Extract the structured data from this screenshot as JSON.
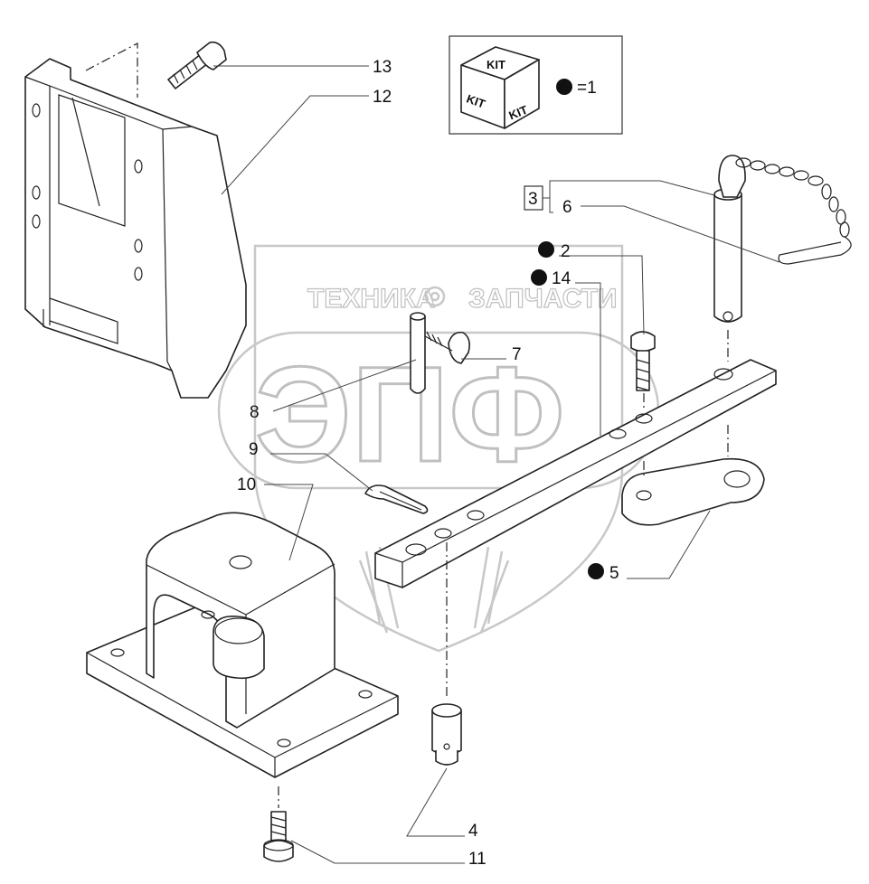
{
  "watermark": {
    "top_text_left": "ТЕХНИКА",
    "top_text_right": "ЗАПЧАСТИ",
    "big_text": "ЭПФ"
  },
  "kit_legend": {
    "cube_top": "KIT",
    "cube_left": "KIT",
    "cube_right": "KIT",
    "equals": "=1"
  },
  "callouts": [
    {
      "id": "c13",
      "text": "13"
    },
    {
      "id": "c12",
      "text": "12"
    },
    {
      "id": "c3",
      "text": "3"
    },
    {
      "id": "c6",
      "text": "6"
    },
    {
      "id": "c2",
      "text": "2"
    },
    {
      "id": "c14",
      "text": "14"
    },
    {
      "id": "c7",
      "text": "7"
    },
    {
      "id": "c8",
      "text": "8"
    },
    {
      "id": "c9",
      "text": "9"
    },
    {
      "id": "c10",
      "text": "10"
    },
    {
      "id": "c5",
      "text": "5"
    },
    {
      "id": "c4",
      "text": "4"
    },
    {
      "id": "c11",
      "text": "11"
    }
  ]
}
